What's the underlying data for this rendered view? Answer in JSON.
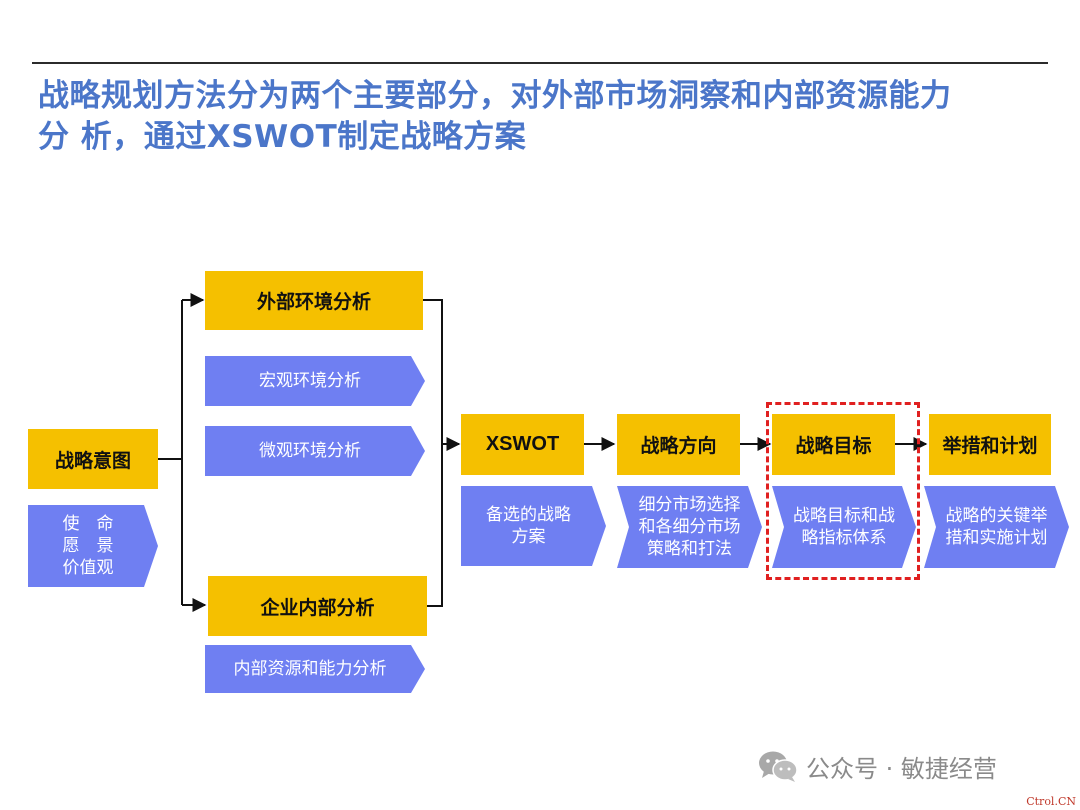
{
  "title": {
    "line1": "战略规划方法分为两个主要部分，对外部市场洞察和内部资源能力",
    "line2": "分 析，通过XSWOT制定战略方案"
  },
  "nodes": {
    "intent": "战略意图",
    "intent_detail": "使　命\n愿　景\n价值观",
    "external": "外部环境分析",
    "macro": "宏观环境分析",
    "micro": "微观环境分析",
    "internal": "企业内部分析",
    "internal_detail": "内部资源和能力分析",
    "xswot": "XSWOT",
    "xswot_detail": "备选的战略\n方案",
    "direction": "战略方向",
    "direction_detail": "细分市场选择\n和各细分市场\n策略和打法",
    "goal": "战略目标",
    "goal_detail": "战略目标和战\n略指标体系",
    "measures": "举措和计划",
    "measures_detail": "战略的关键举\n措和实施计划"
  },
  "watermark": {
    "icon": "wechat-icon",
    "text": "公众号 · 敏捷经营"
  },
  "corner_mark": "Ctrol.CN",
  "colors": {
    "title": "#4b76c9",
    "yellow_box": "#f5c000",
    "blue_shape": "#6f7ff2",
    "highlight_border": "#e02020"
  }
}
